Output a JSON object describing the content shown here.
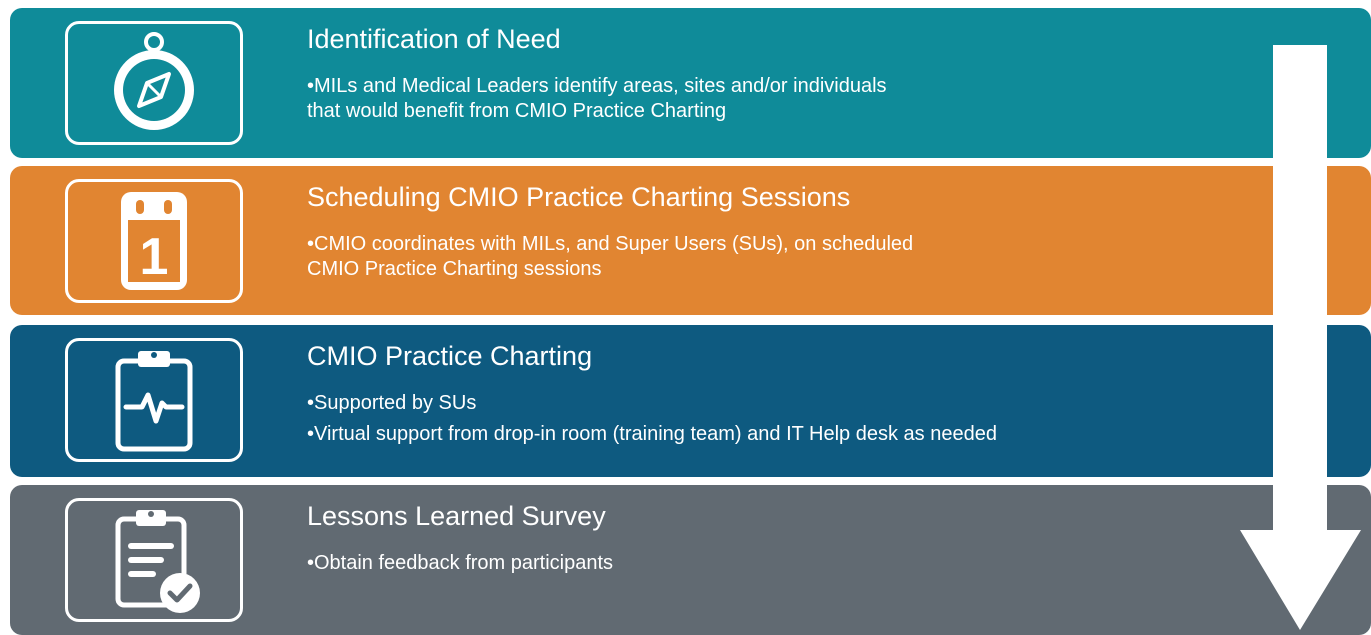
{
  "steps": [
    {
      "title": "Identification of Need",
      "icon": "compass-icon",
      "color": "#0f8b99",
      "bullets": [
        "•MILs and Medical Leaders identify areas, sites and/or individuals\n that would benefit from CMIO Practice Charting"
      ]
    },
    {
      "title": "Scheduling CMIO Practice Charting Sessions",
      "icon": "calendar-icon",
      "color": "#e18531",
      "bullets": [
        "•CMIO coordinates with MILs, and Super Users (SUs), on scheduled\n CMIO Practice Charting sessions"
      ]
    },
    {
      "title": "CMIO Practice Charting",
      "icon": "clipboard-pulse-icon",
      "color": "#0e5a80",
      "bullets": [
        "•Supported by SUs",
        "•Virtual support from drop-in room (training team) and IT Help desk as needed"
      ]
    },
    {
      "title": "Lessons Learned Survey",
      "icon": "checklist-icon",
      "color": "#616a72",
      "bullets": [
        "•Obtain feedback from participants"
      ]
    }
  ],
  "calendar_day": "1"
}
